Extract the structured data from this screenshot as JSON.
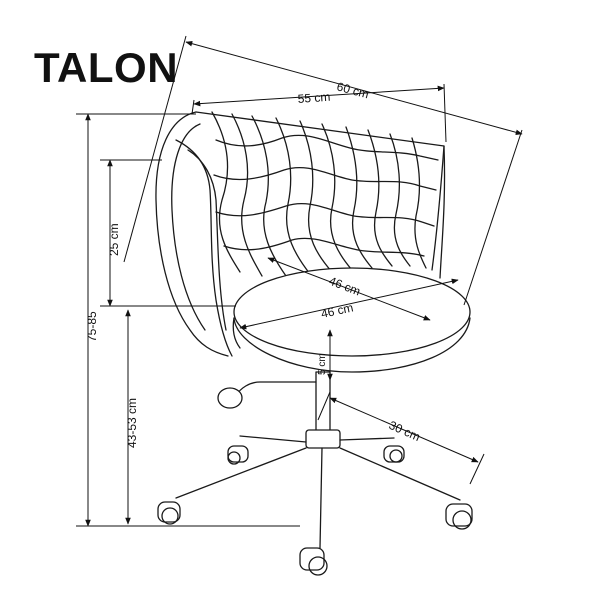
{
  "product": {
    "name": "TALON"
  },
  "dimensions": {
    "overall_width": "60 cm",
    "back_width": "55 cm",
    "backrest_height": "25 cm",
    "total_height": "75-85",
    "seat_height": "43-53 cm",
    "seat_depth": "46 cm",
    "seat_width": "46 cm",
    "seat_thickness": "5 cm",
    "base_radius": "30 cm"
  },
  "colors": {
    "line": "#111111",
    "background": "#ffffff"
  }
}
